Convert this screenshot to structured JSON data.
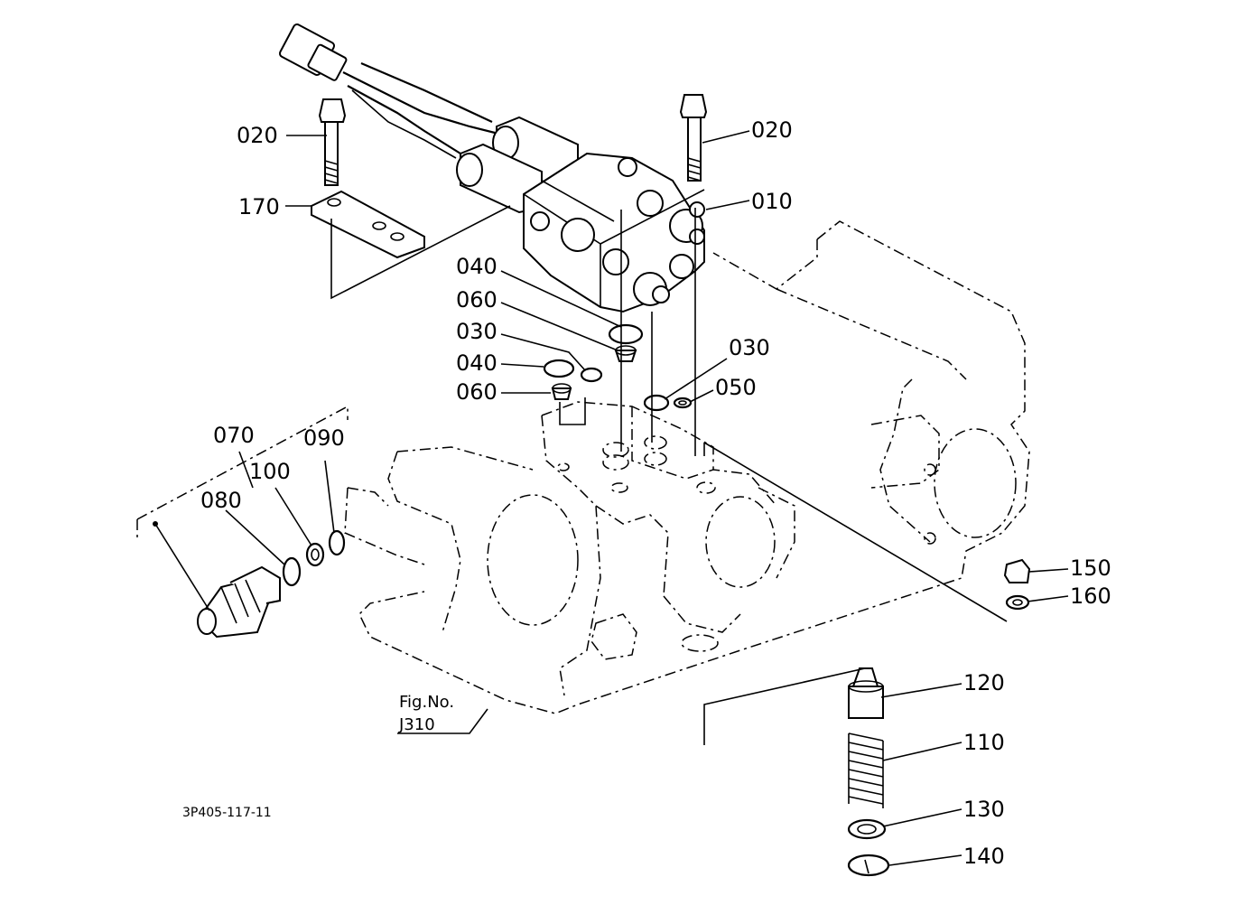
{
  "labels": {
    "p020a": "020",
    "p020b": "020",
    "p170": "170",
    "p010": "010",
    "p040a": "040",
    "p060a": "060",
    "p030a": "030",
    "p040b": "040",
    "p060b": "060",
    "p030b": "030",
    "p050": "050",
    "p070": "070",
    "p090": "090",
    "p100": "100",
    "p080": "080",
    "p150": "150",
    "p160": "160",
    "p120": "120",
    "p110": "110",
    "p130": "130",
    "p140": "140",
    "fig_line1": "Fig.No.",
    "fig_line2": "J310",
    "drawing_code": "3P405-117-11"
  }
}
